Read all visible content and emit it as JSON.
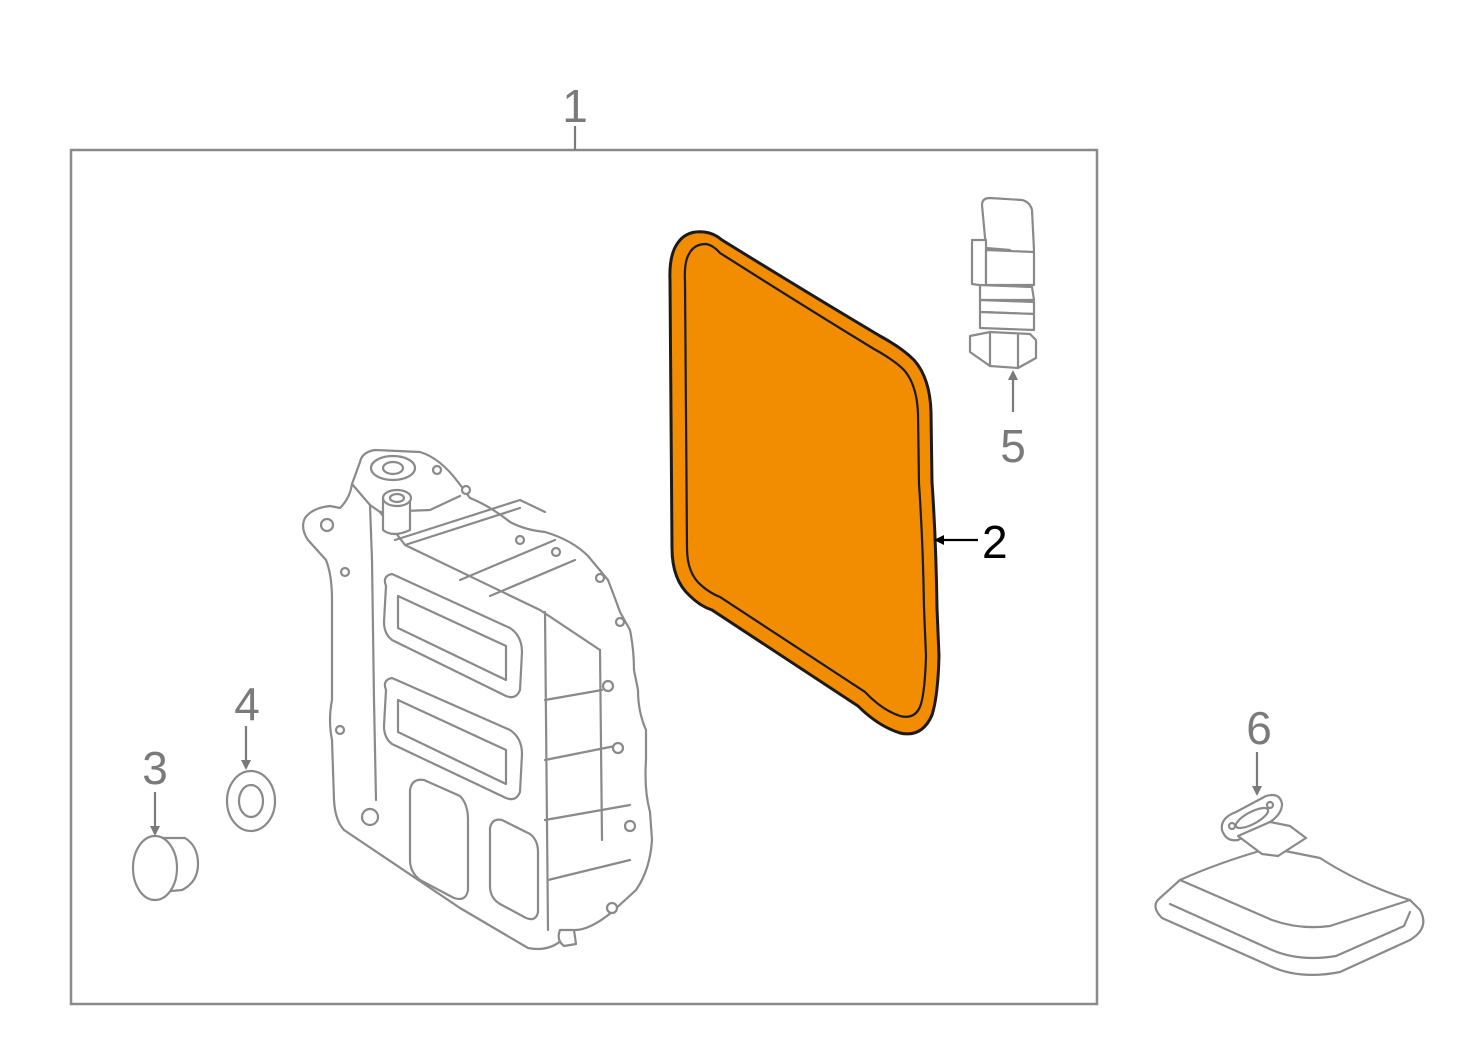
{
  "callouts": {
    "c1": "1",
    "c2": "2",
    "c3": "3",
    "c4": "4",
    "c5": "5",
    "c6": "6"
  },
  "colors": {
    "highlight_fill": "#F28C00",
    "highlight_stroke": "#1a1a1a",
    "line": "#8a8a8a",
    "callout_text": "#7a7a7a",
    "frame": "#8a8a8a"
  },
  "highlighted_part": "2"
}
